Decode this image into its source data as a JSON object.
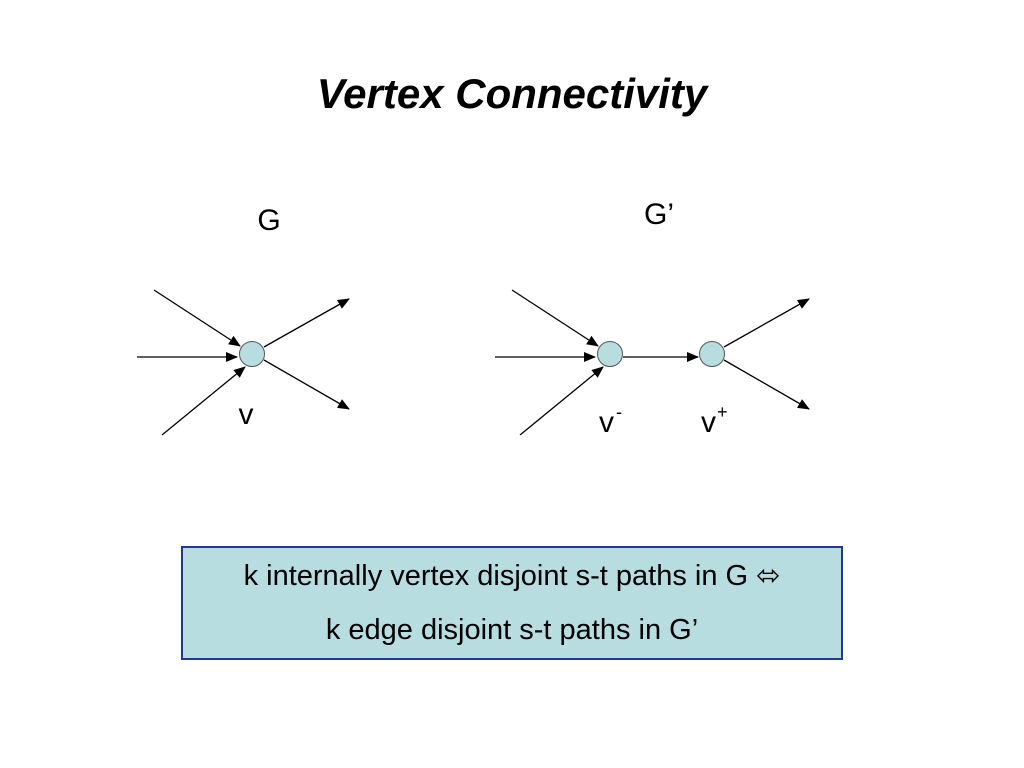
{
  "title": "Vertex Connectivity",
  "graph_left": {
    "label": "G",
    "vertex_label": "v"
  },
  "graph_right": {
    "label": "G’",
    "vertex_in_label": "v",
    "vertex_in_sup": "-",
    "vertex_out_label": "v",
    "vertex_out_sup": "+"
  },
  "statement": {
    "line1": "k internally vertex disjoint s-t paths in G ⬄",
    "line2": "k edge disjoint s-t paths in G’"
  },
  "colors": {
    "vertex_fill": "#b7dde0",
    "box_fill": "#b7dde0",
    "box_border": "#1f3a8f"
  }
}
